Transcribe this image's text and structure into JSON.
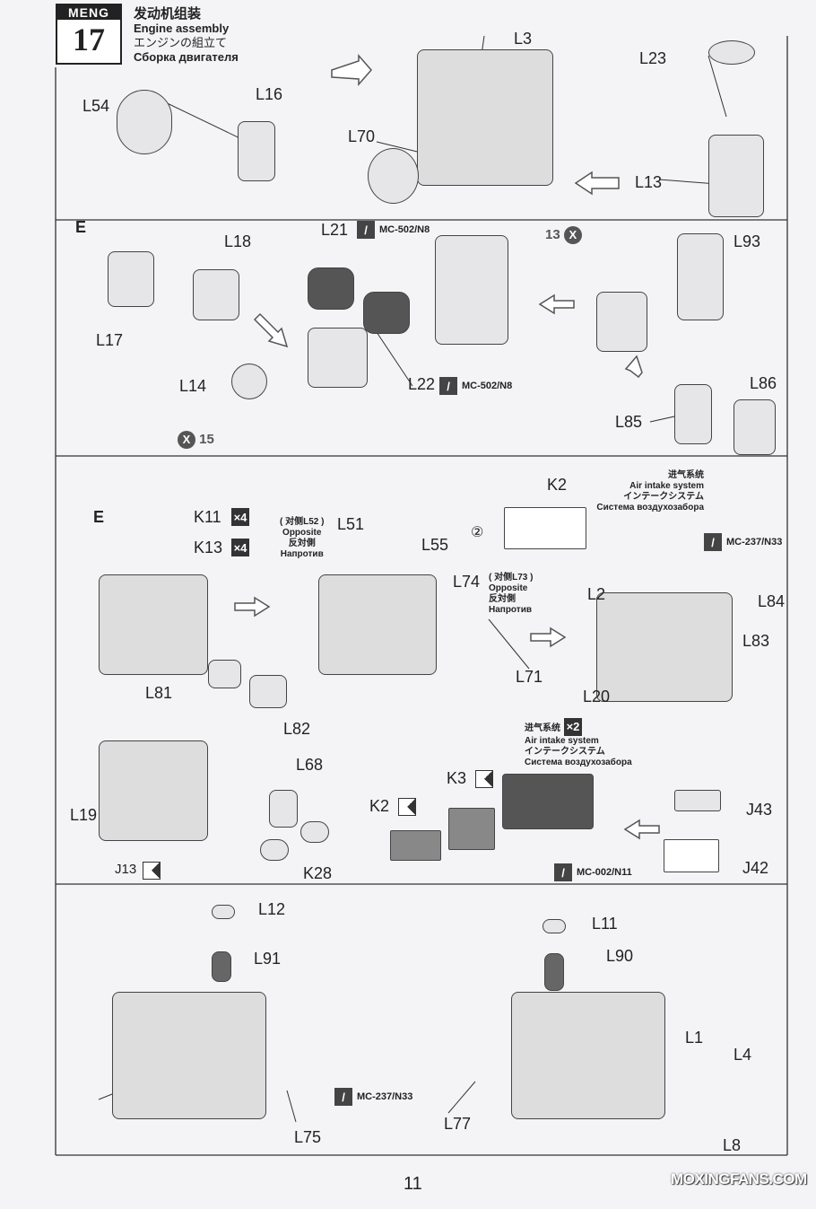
{
  "header": {
    "brand": "MENG",
    "step": "17",
    "title_zh": "发动机组装",
    "title_en": "Engine assembly",
    "title_ja": "エンジンの組立て",
    "title_ru": "Сборка двигателя"
  },
  "panel1": {
    "labels": [
      "L3",
      "L23",
      "L54",
      "L16",
      "L70",
      "L13"
    ]
  },
  "panel2": {
    "section": "E",
    "labels": [
      "L21",
      "L93",
      "L18",
      "L17",
      "L14",
      "L22",
      "L86",
      "L85"
    ],
    "paint_a": "MC-502/N8",
    "paint_b": "MC-502/N8",
    "decal_13": "13",
    "decal_15": "15",
    "x_mark": "X"
  },
  "panel3": {
    "section": "E",
    "labels": [
      "K11",
      "K13",
      "L51",
      "L55",
      "L74",
      "L2",
      "L84",
      "L83",
      "L71",
      "L81",
      "L20",
      "L82",
      "K2"
    ],
    "x4": "×4",
    "circle_2": "②",
    "opposite_l52": {
      "zh": "( 对侧L52 )",
      "en": "Opposite",
      "ja": "反対側",
      "ru": "Напротив"
    },
    "opposite_l73": {
      "zh": "( 对侧L73 )",
      "en": "Opposite",
      "ja": "反対側",
      "ru": "Напротив"
    },
    "air_intake": {
      "zh": "进气系统",
      "en": "Air intake system",
      "ja": "インテークシステム",
      "ru": "Система воздухозабора"
    },
    "paint": "MC-237/N33"
  },
  "panel4": {
    "labels": [
      "L68",
      "K3",
      "K2",
      "J43",
      "L19",
      "K28",
      "J13",
      "J42"
    ],
    "x2": "×2",
    "air_intake": {
      "zh": "进气系统",
      "en": "Air intake system",
      "ja": "インテークシステム",
      "ru": "Система воздухозабора"
    },
    "paint": "MC-002/N11"
  },
  "panel5": {
    "labels": [
      "L12",
      "L11",
      "L91",
      "L90",
      "L1",
      "L4",
      "L75",
      "L77",
      "L8"
    ],
    "paint": "MC-237/N33"
  },
  "footer": {
    "page_number": "11",
    "watermark": "MOXINGFANS.COM"
  }
}
